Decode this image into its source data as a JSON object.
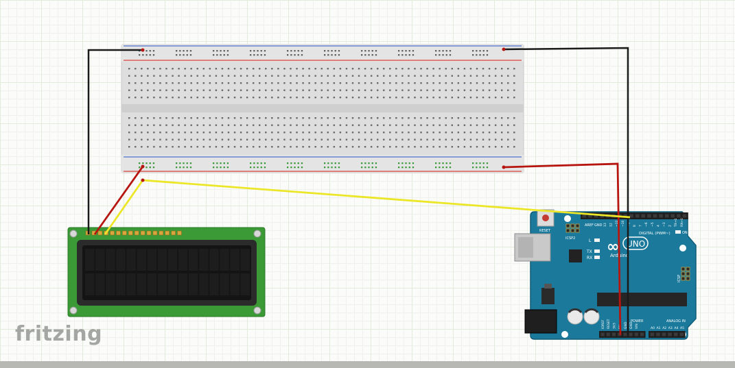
{
  "app": {
    "brand": "fritzing"
  },
  "arduino": {
    "reset_label": "RESET",
    "icsp2_label": "ICSP2",
    "l_label": "L",
    "tx_label": "TX",
    "rx_label": "RX",
    "aref_label": "AREF",
    "gnd_label": "GND",
    "digital_label": "DIGITAL (PWM~)",
    "uno_label": "UNO",
    "logo_label": "∞",
    "arduino_label": "Arduino",
    "on_label": "ON",
    "icsp_label": "ICSP",
    "power_label": "POWER",
    "analog_label": "ANALOG IN",
    "digital_pins": [
      "13",
      "12",
      "~11",
      "~10",
      "~9",
      "8",
      "7",
      "~6",
      "~5",
      "4",
      "~3",
      "2",
      "TX→1",
      "RX←0"
    ],
    "power_pins": [
      "IOREF",
      "RESET",
      "3V3",
      "5V",
      "GND",
      "GND",
      "VIN"
    ],
    "analog_pins": [
      "A0",
      "A1",
      "A2",
      "A3",
      "A4",
      "A5"
    ]
  },
  "colors": {
    "board": "#1b7a9c",
    "lcd_pcb": "#3b9a35",
    "wire_black": "#1a1a1a",
    "wire_red": "#b6160f",
    "wire_yellow": "#ece629",
    "rail_red": "#d9403a",
    "rail_blue": "#4b6fc9"
  }
}
